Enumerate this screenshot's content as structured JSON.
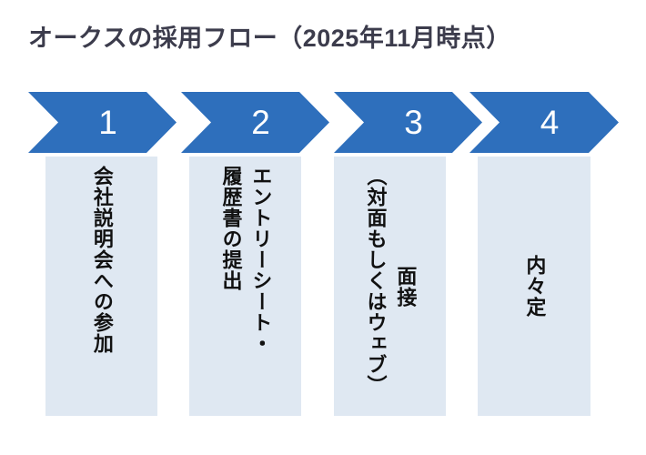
{
  "slide": {
    "title": "オークスの採用フロー（2025年11月時点）",
    "title_color": "#3c3c4c",
    "background_color": "#ffffff"
  },
  "palette": {
    "chevron_blue": "#2e6fbc",
    "box_light_blue": "#dfe8f2",
    "chevron_number_color": "#ffffff",
    "box_text_color": "#111111"
  },
  "flow": {
    "steps": [
      {
        "number": "1",
        "columns": [
          "会社説明会への参加"
        ],
        "align": "top"
      },
      {
        "number": "2",
        "columns": [
          "エントリーシート・",
          "履歴書の提出"
        ],
        "align": "top"
      },
      {
        "number": "3",
        "columns": [
          "面接",
          "（対面もしくはウェブ）"
        ],
        "align": "mixed"
      },
      {
        "number": "4",
        "columns": [
          "内々定"
        ],
        "align": "center"
      }
    ]
  }
}
